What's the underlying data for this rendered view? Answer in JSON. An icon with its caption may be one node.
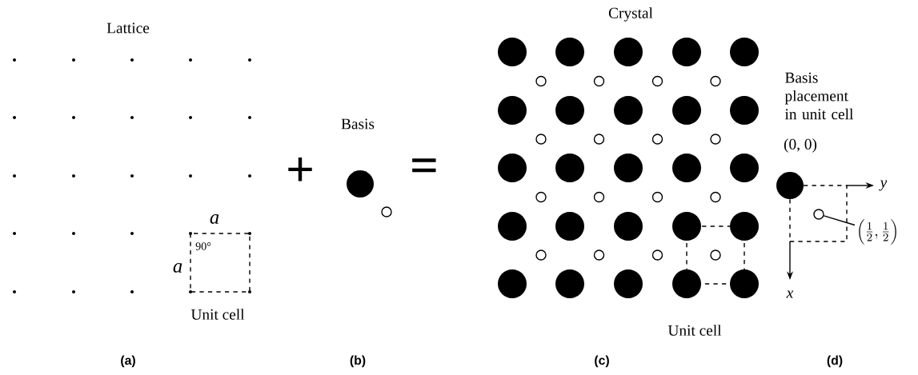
{
  "diagram": {
    "nodes": [
      {
        "text": [],
        "shape": "circle"
      },
      {
        "text": [
          "\\left(\\frac{1}{2},\\frac{1}{2}\\right)"
        ]
      }
    ],
    "edges": [
      {
        "from": 1,
        "to": 0,
        "arrow": "none"
      }
    ],
    "labels": [
      "Lattice",
      "a",
      "90°",
      "a",
      "Unit cell",
      "+",
      "Basis",
      "=",
      "Crystal",
      "Unit cell",
      "Basis placement in unit cell",
      "(0, 0)",
      "y",
      "x",
      "(a)",
      "(b)",
      "(c)",
      "(d)"
    ]
  }
}
